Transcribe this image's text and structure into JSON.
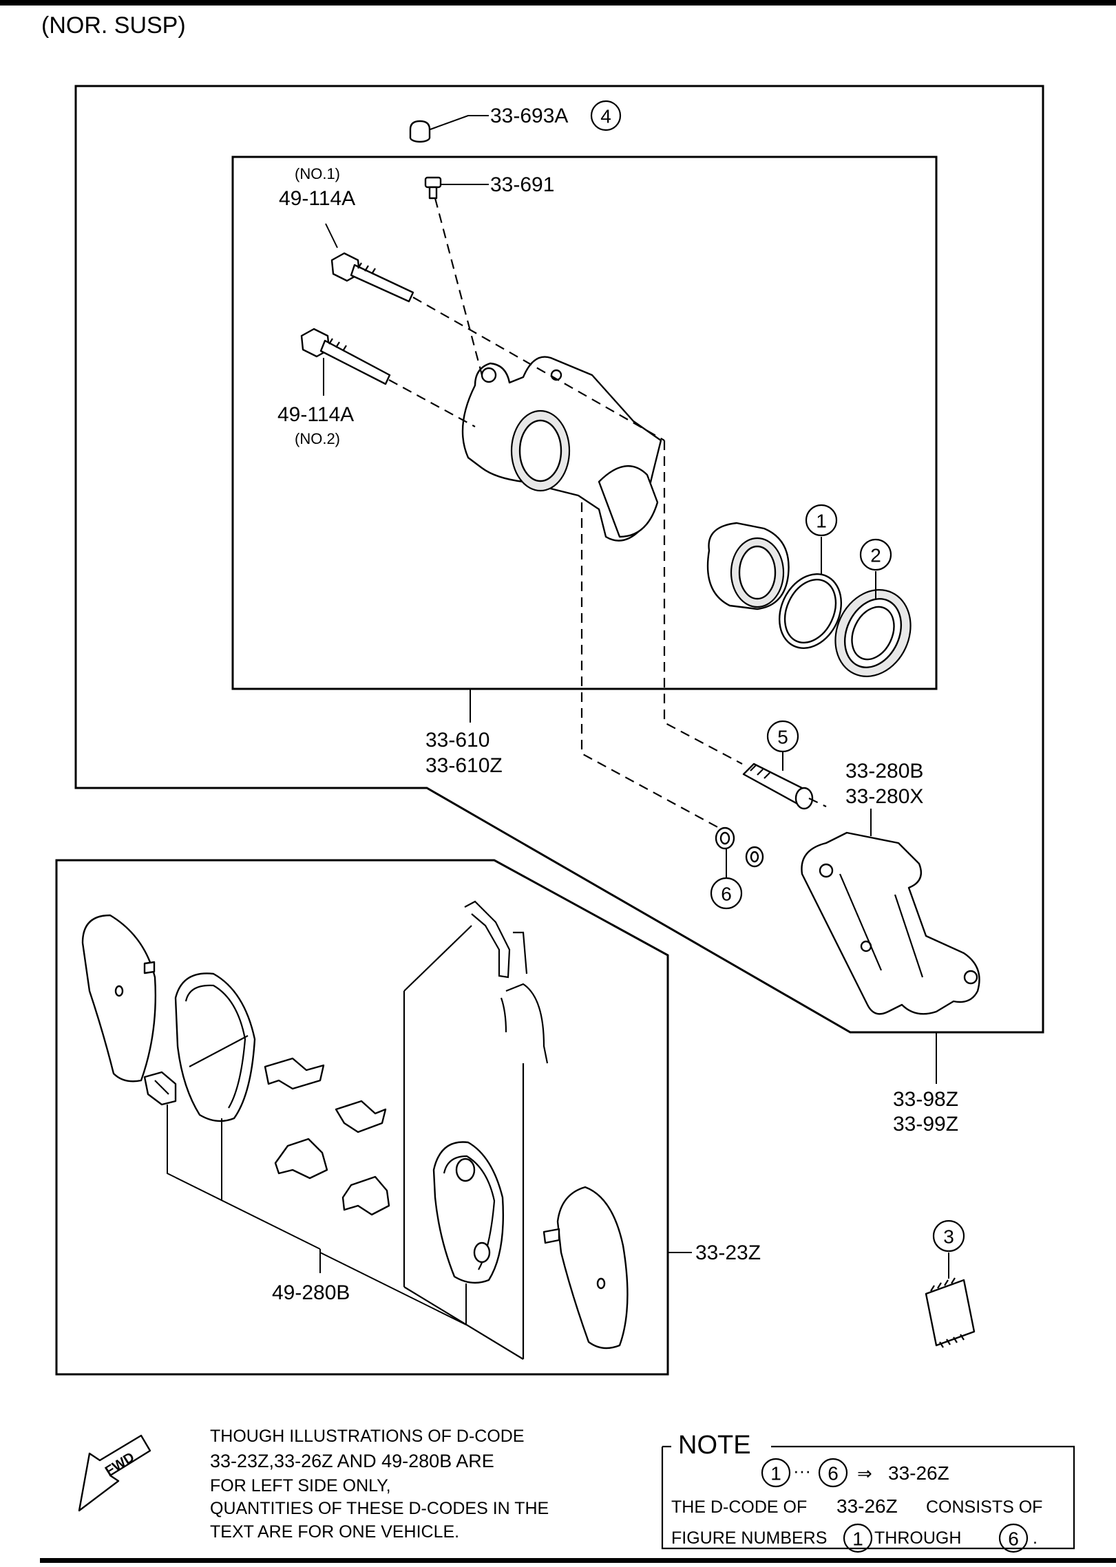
{
  "header": {
    "variant": "(NOR. SUSP)"
  },
  "parts": {
    "cap": "33-693A",
    "bleeder": "33-691",
    "bolt1_no": "(NO.1)",
    "bolt1": "49-114A",
    "bolt2": "49-114A",
    "bolt2_no": "(NO.2)",
    "caliper_a": "33-610",
    "caliper_b": "33-610Z",
    "bracket_a": "33-280B",
    "bracket_b": "33-280X",
    "assembly_a": "33-98Z",
    "assembly_b": "33-99Z",
    "pads": "33-23Z",
    "shims": "49-280B"
  },
  "callouts": {
    "c1": "1",
    "c2": "2",
    "c3": "3",
    "c4": "4",
    "c5": "5",
    "c6": "6"
  },
  "fwd": {
    "label": "FWD"
  },
  "disclaimer": {
    "line1": "THOUGH ILLUSTRATIONS OF D-CODE",
    "line2": "33-23Z,33-26Z AND 49-280B ARE",
    "line3": "FOR LEFT SIDE ONLY,",
    "line4": "QUANTITIES OF THESE D-CODES IN THE",
    "line5": "TEXT ARE FOR ONE VEHICLE."
  },
  "note": {
    "title": "NOTE",
    "range_from": "1",
    "ellipsis": "···",
    "range_to": "6",
    "arrow": "⇒",
    "kit": "33-26Z",
    "line2a": "THE D-CODE OF",
    "line2b": "33-26Z",
    "line2c": "CONSISTS OF",
    "line3a": "FIGURE NUMBERS",
    "line3b": "1",
    "line3c": "THROUGH",
    "line3d": "6",
    "line3e": "."
  }
}
